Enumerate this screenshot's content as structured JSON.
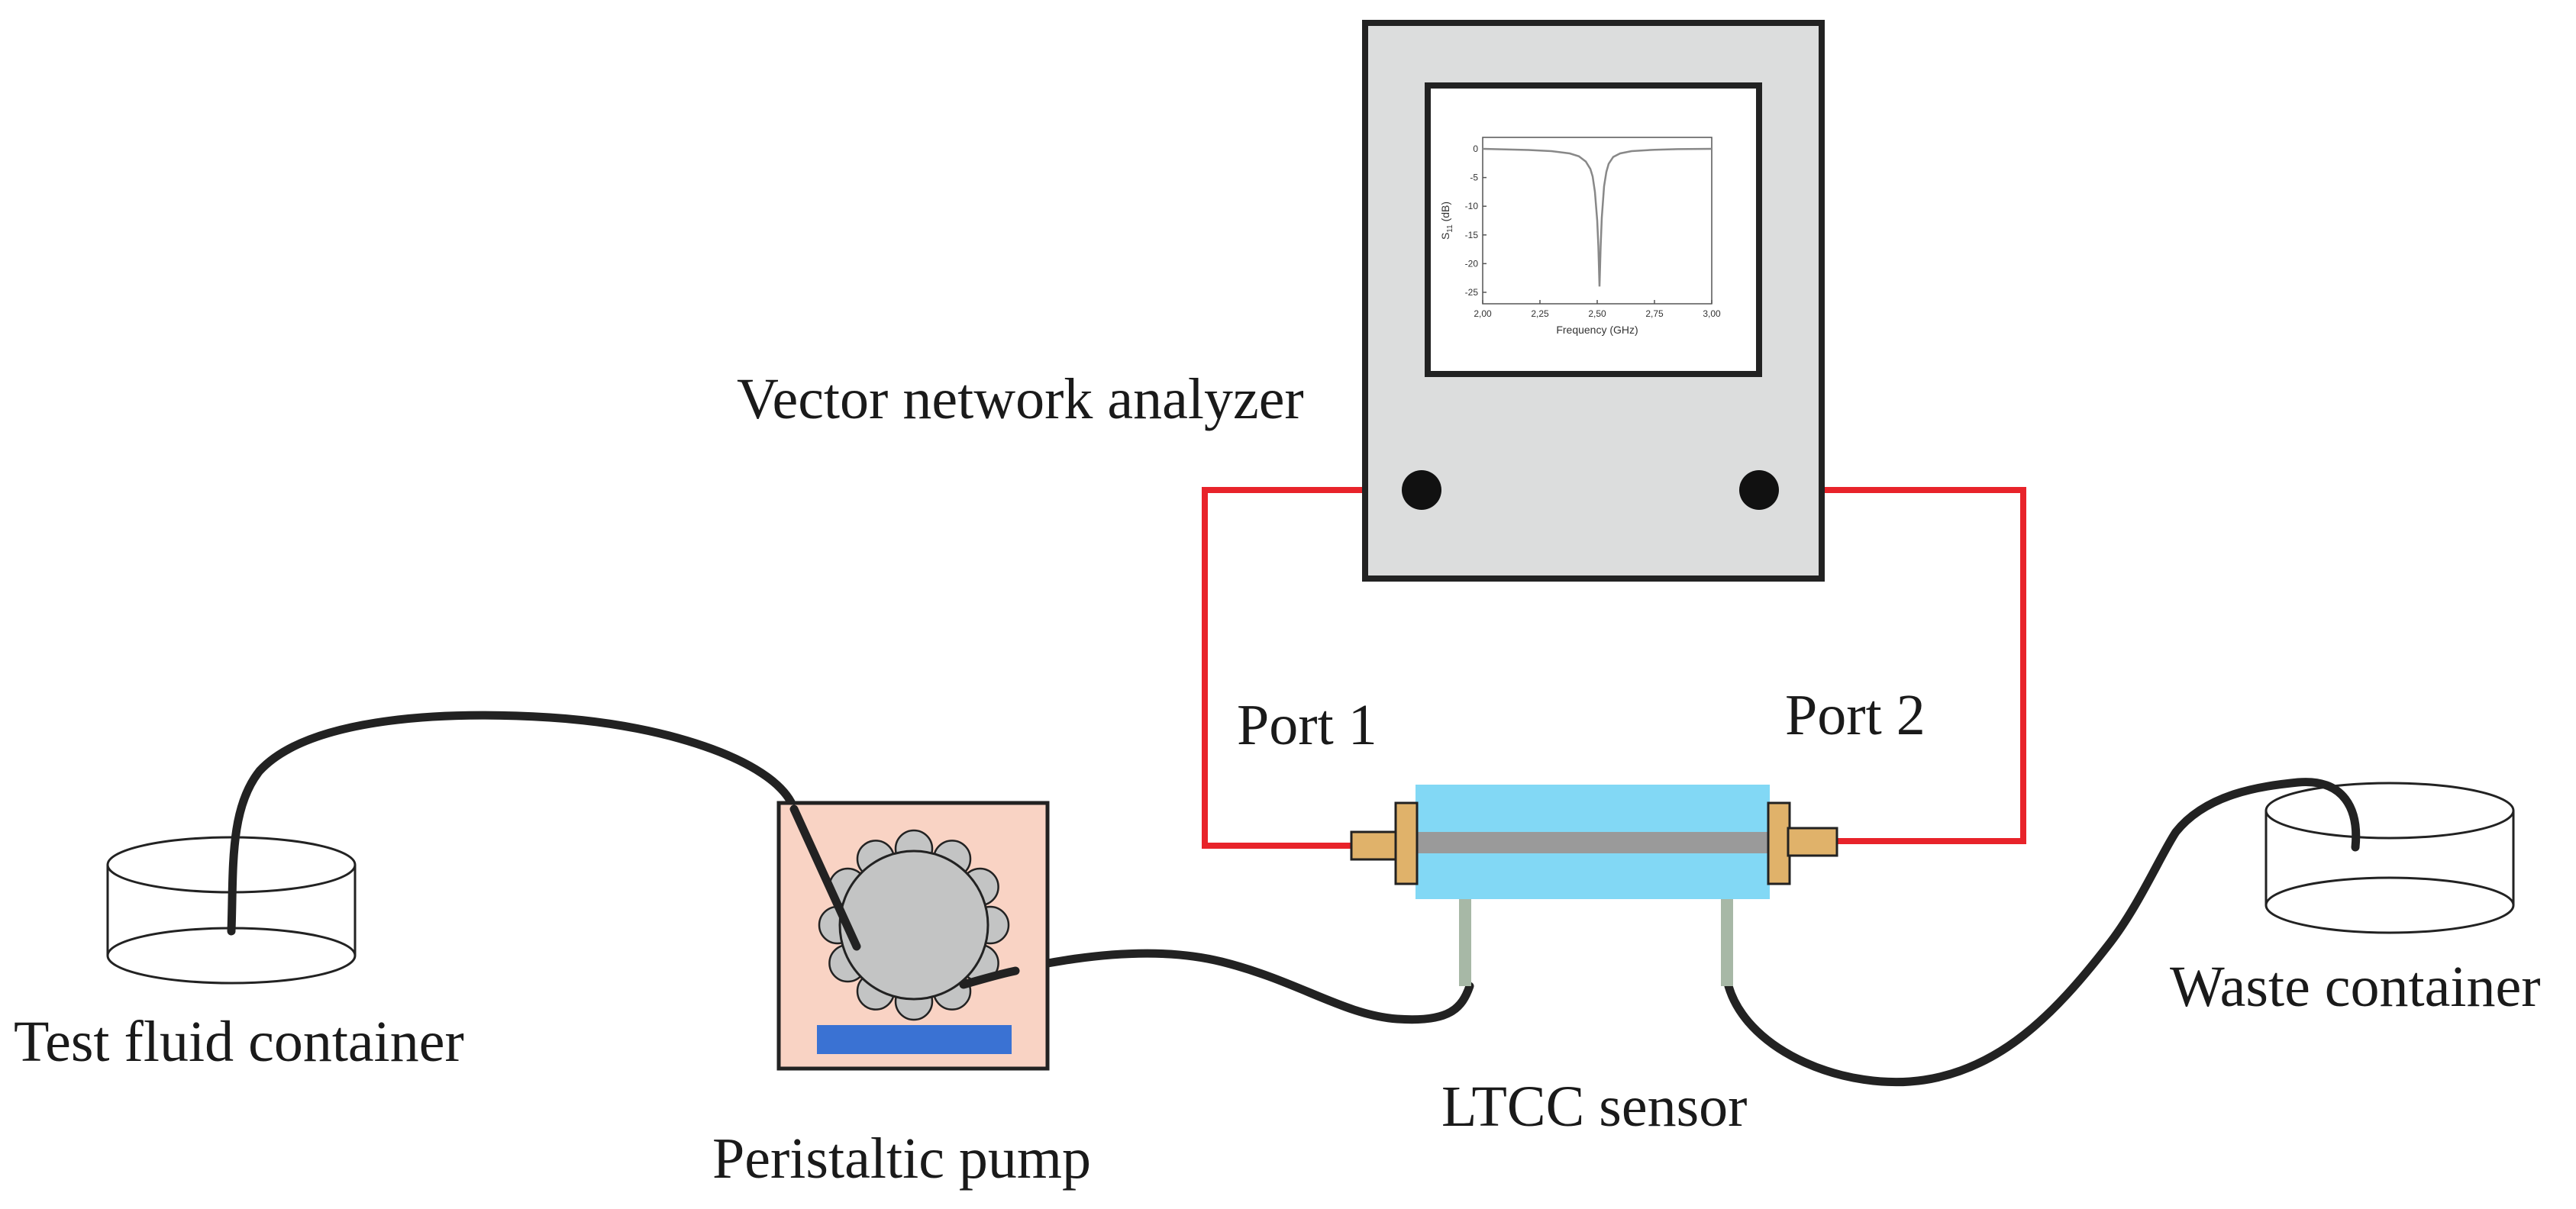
{
  "labels": {
    "vna": "Vector network analyzer",
    "port1": "Port 1",
    "port2": "Port 2",
    "test_fluid": "Test fluid container",
    "pump": "Peristaltic pump",
    "sensor": "LTCC sensor",
    "waste": "Waste container"
  },
  "colors": {
    "vna_body": "#dcdddd",
    "cable": "#e8232a",
    "tube": "#222222",
    "sensor_body": "#82d8f5",
    "sensor_core": "#9a9a9a",
    "connector": "#e0b26a",
    "pump_body": "#f9d3c4",
    "pump_rotor": "#c3c4c4",
    "pump_bar": "#3a72d3",
    "pipe": "#a7b8a6"
  },
  "screen_chart": {
    "chart_data": {
      "type": "line",
      "xlabel": "Frequency (GHz)",
      "ylabel_main": "S",
      "ylabel_sub": "11",
      "ylabel_unit": " (dB)",
      "xlim": [
        2.0,
        3.0
      ],
      "ylim": [
        -27,
        2
      ],
      "x_ticks": [
        2.0,
        2.25,
        2.5,
        2.75,
        3.0
      ],
      "x_tick_labels": [
        "2,00",
        "2,25",
        "2,50",
        "2,75",
        "3,00"
      ],
      "y_ticks": [
        0,
        -5,
        -10,
        -15,
        -20,
        -25
      ],
      "y_tick_labels": [
        "0",
        "-5",
        "-10",
        "-15",
        "-20",
        "-25"
      ],
      "series": [
        {
          "x": [
            2.0,
            2.1,
            2.2,
            2.3,
            2.38,
            2.42,
            2.45,
            2.47,
            2.48,
            2.49,
            2.5,
            2.505,
            2.51,
            2.515,
            2.52,
            2.53,
            2.54,
            2.55,
            2.57,
            2.6,
            2.65,
            2.75,
            2.85,
            3.0
          ],
          "y": [
            0,
            -0.1,
            -0.2,
            -0.4,
            -0.8,
            -1.3,
            -2.2,
            -3.5,
            -4.8,
            -7.5,
            -12.5,
            -17,
            -24,
            -17,
            -12,
            -6.5,
            -4,
            -2.6,
            -1.4,
            -0.8,
            -0.4,
            -0.15,
            -0.05,
            0
          ]
        }
      ]
    }
  }
}
